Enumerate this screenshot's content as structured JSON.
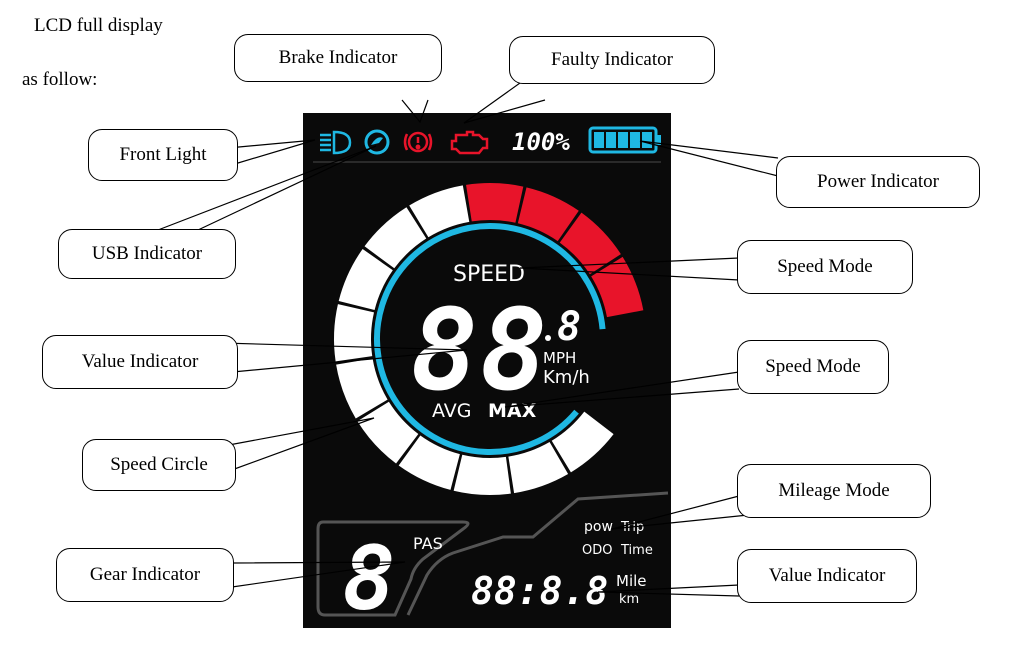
{
  "intro": {
    "line1": "LCD full display",
    "line2": "as follow:"
  },
  "lcd": {
    "battery_percent": "100%",
    "battery_level": 1.0,
    "speed_label": "SPEED",
    "speed_digits": "88",
    "speed_decimal": "8",
    "unit_mph": "MPH",
    "unit_kmh": "Km/h",
    "avg_label": "AVG",
    "max_label": "MAX",
    "pas_label": "PAS",
    "gear_digit": "8",
    "pow_label": "pow",
    "trip_label": "Trip",
    "odo_label": "ODO",
    "time_label": "Time",
    "bottom_value": "88:8.8",
    "unit_mile": "Mile",
    "unit_km": "km",
    "icons": [
      "front-light-icon",
      "usb-icon",
      "brake-icon",
      "faulty-icon",
      "battery-icon"
    ],
    "colors": {
      "background": "#0a0a0a",
      "cyan": "#1fb8e3",
      "red": "#e8142a",
      "white": "#ffffff",
      "gray": "#555555"
    }
  },
  "callouts": {
    "brake": "Brake Indicator",
    "faulty": "Faulty Indicator",
    "front_light": "Front Light",
    "power": "Power Indicator",
    "usb": "USB Indicator",
    "speed_mode_1": "Speed Mode",
    "value_1": "Value Indicator",
    "speed_mode_2": "Speed Mode",
    "speed_circle": "Speed Circle",
    "mileage": "Mileage Mode",
    "gear": "Gear Indicator",
    "value_2": "Value Indicator"
  }
}
